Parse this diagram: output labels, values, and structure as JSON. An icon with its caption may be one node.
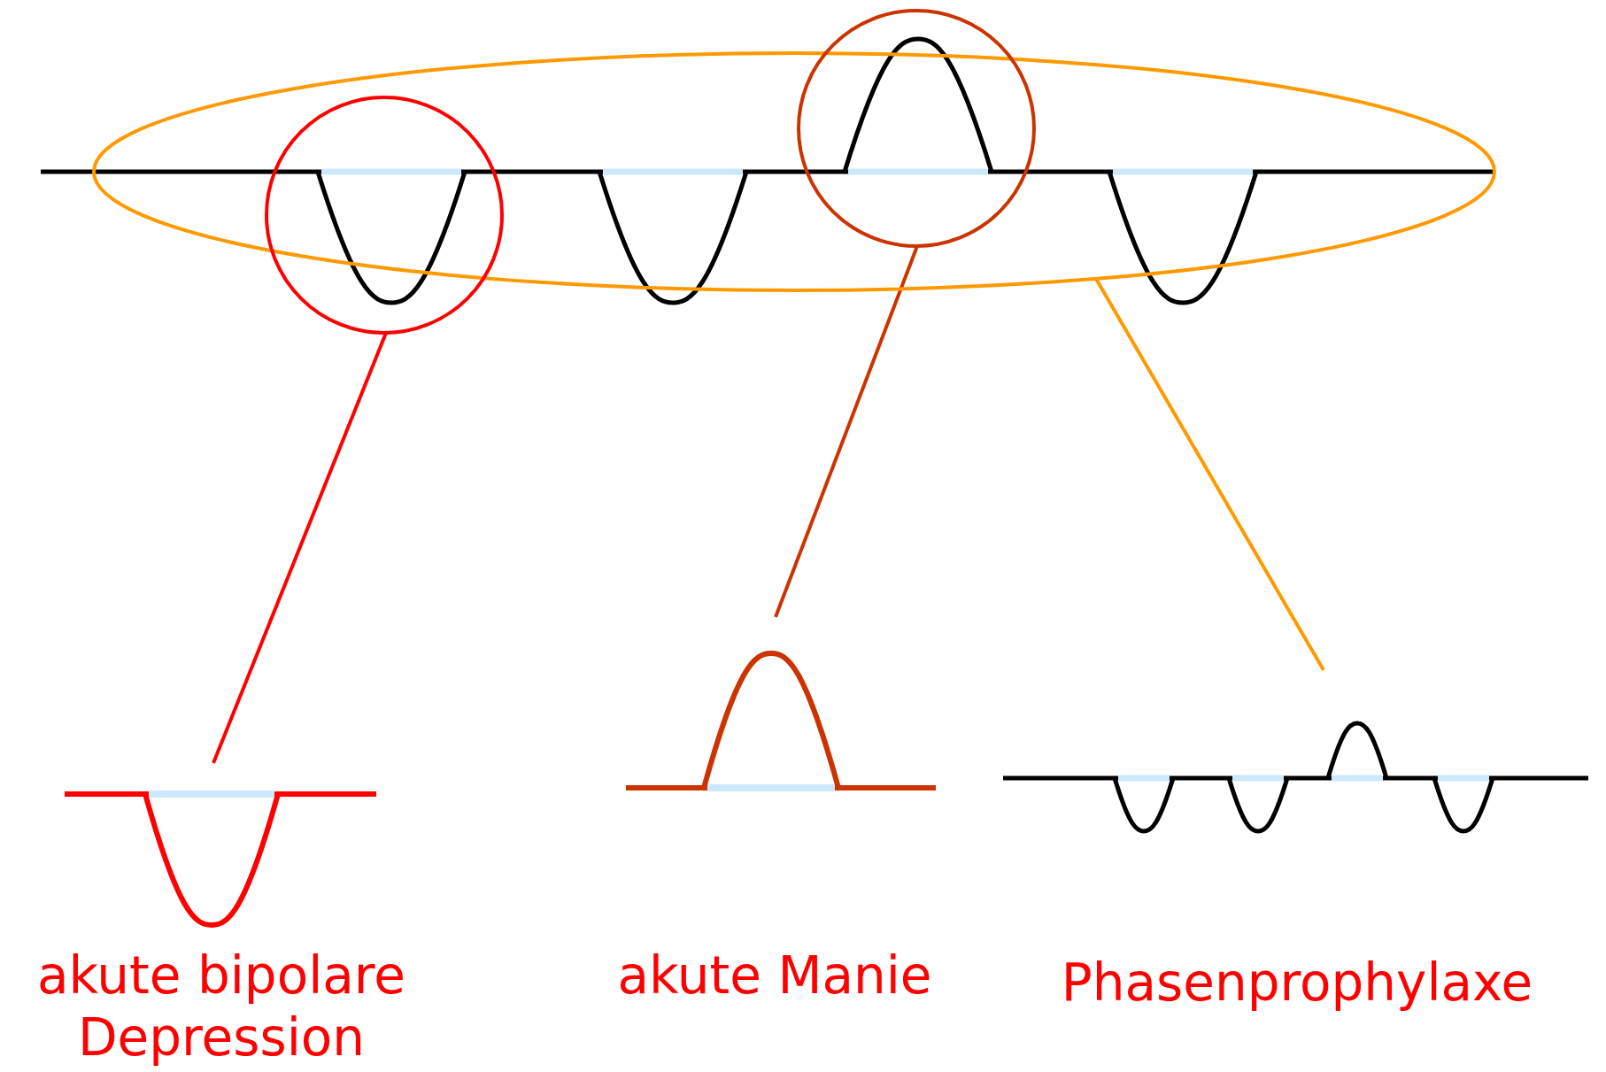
{
  "diagram": {
    "nodes": [
      {
        "text": [],
        "shape": "ellipse"
      },
      {
        "text": [],
        "shape": "circle"
      },
      {
        "text": [],
        "shape": "circle"
      },
      {
        "text": [
          "akute bipolare Depression"
        ]
      },
      {
        "text": [
          "akute Manie"
        ]
      },
      {
        "text": [
          "Phasenprophylaxe"
        ]
      }
    ],
    "edges": [
      {
        "from": 1,
        "to": 3,
        "arrow": "none",
        "color": "#ff0000"
      },
      {
        "from": 2,
        "to": 4,
        "arrow": "none",
        "color": "#cc3300"
      },
      {
        "from": 0,
        "to": 5,
        "arrow": "none",
        "color": "#ff9900"
      }
    ]
  }
}
